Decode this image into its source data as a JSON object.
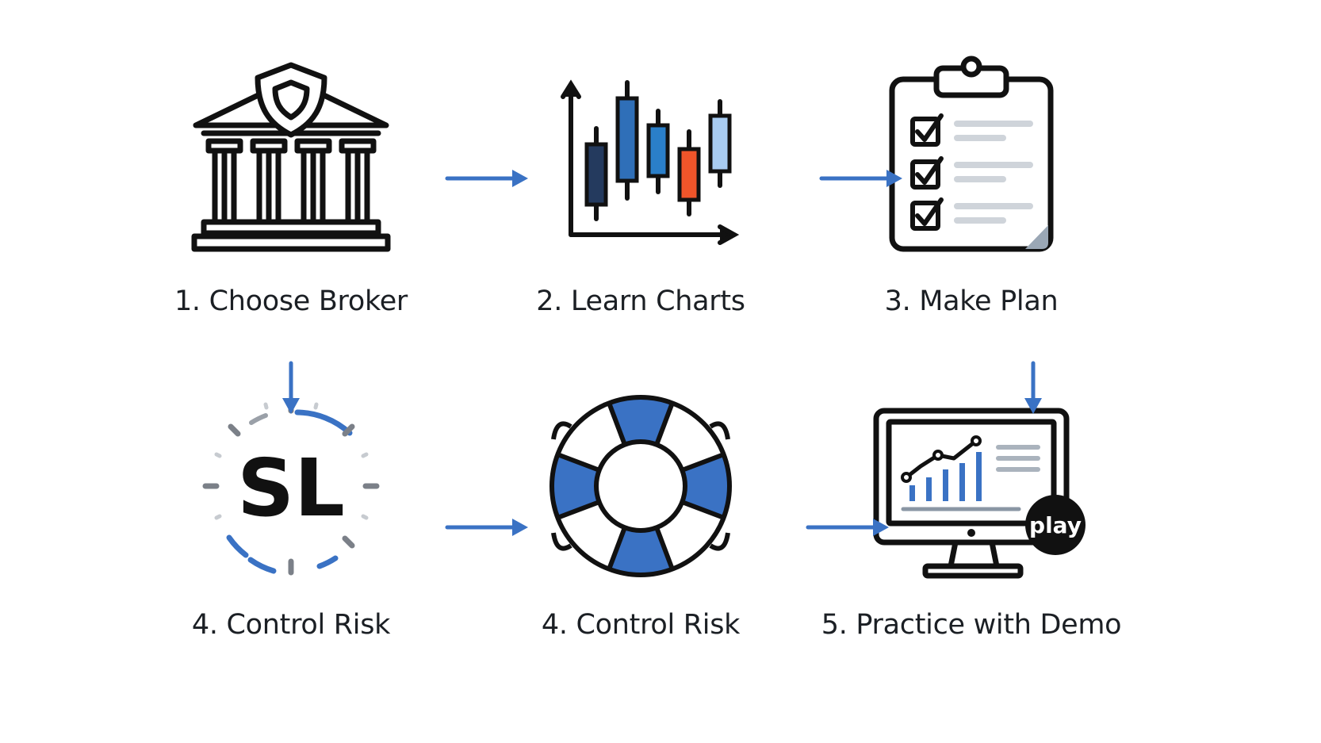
{
  "colors": {
    "accent_blue": "#3a72c4",
    "dark_navy": "#243a5e",
    "mid_blue": "#2f6fb8",
    "red_orange": "#f0552a",
    "light_blue": "#a8ccf2",
    "ink": "#111111",
    "gray_line": "#d4d8dd"
  },
  "steps": [
    {
      "label": "1. Choose Broker",
      "icon": "bank-shield-icon"
    },
    {
      "label": "2. Learn Charts",
      "icon": "candlestick-chart-icon"
    },
    {
      "label": "3. Make Plan",
      "icon": "clipboard-checklist-icon"
    },
    {
      "label": "4. Control Risk",
      "icon": "stop-loss-dial-icon",
      "badge_text": "SL"
    },
    {
      "label": "4. Control Risk",
      "icon": "lifebuoy-icon"
    },
    {
      "label": "5. Practice with Demo",
      "icon": "monitor-demo-icon",
      "badge_text": "play"
    }
  ]
}
